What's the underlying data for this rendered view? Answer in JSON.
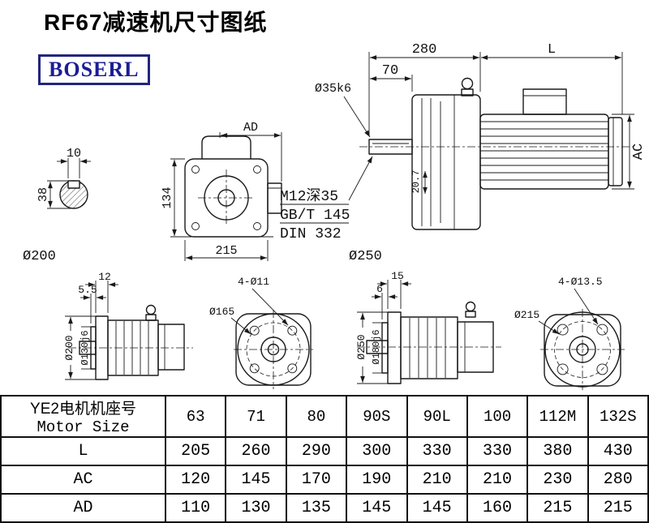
{
  "page": {
    "title": "RF67减速机尺寸图纸",
    "logo": "BOSERL"
  },
  "drawing": {
    "shaft_section": {
      "keyway_width": "10",
      "height": "38"
    },
    "flange_label_left": "Ø200",
    "flange_label_right": "Ø250",
    "front_view": {
      "top_width": "AD",
      "height": "134",
      "width": "215"
    },
    "side_view": {
      "gearbox_length": "280",
      "motor_length": "L",
      "shaft_length": "70",
      "shaft_diameter": "Ø35k6",
      "motor_diameter": "AC",
      "flange_offset": "20.7",
      "tap_note": "M12深35",
      "std_note1": "GB/T 145",
      "std_note2": "DIN 332"
    },
    "flange200_side": {
      "flange_thickness": "12",
      "spigot_depth": "5.5",
      "flange_diameter": "Ø200",
      "spigot_diameter": "Ø130j6"
    },
    "flange200_front": {
      "bolt_circle": "Ø165",
      "bolt_holes": "4-Ø11"
    },
    "flange250_side": {
      "flange_thickness": "15",
      "spigot_depth": "6",
      "flange_diameter": "Ø250",
      "spigot_diameter": "Ø180j6"
    },
    "flange250_front": {
      "bolt_circle": "Ø215",
      "bolt_holes": "4-Ø13.5"
    }
  },
  "table": {
    "header_cn": "YE2电机机座号",
    "header_en": "Motor Size",
    "sizes": [
      "63",
      "71",
      "80",
      "90S",
      "90L",
      "100",
      "112M",
      "132S"
    ],
    "rows": [
      {
        "label": "L",
        "values": [
          "205",
          "260",
          "290",
          "300",
          "330",
          "330",
          "380",
          "430"
        ]
      },
      {
        "label": "AC",
        "values": [
          "120",
          "145",
          "170",
          "190",
          "210",
          "210",
          "230",
          "280"
        ]
      },
      {
        "label": "AD",
        "values": [
          "110",
          "130",
          "135",
          "145",
          "145",
          "160",
          "215",
          "215"
        ]
      }
    ]
  },
  "colors": {
    "line": "#1a1a1a",
    "logo_blue": "#1c1c96",
    "background": "#ffffff"
  }
}
